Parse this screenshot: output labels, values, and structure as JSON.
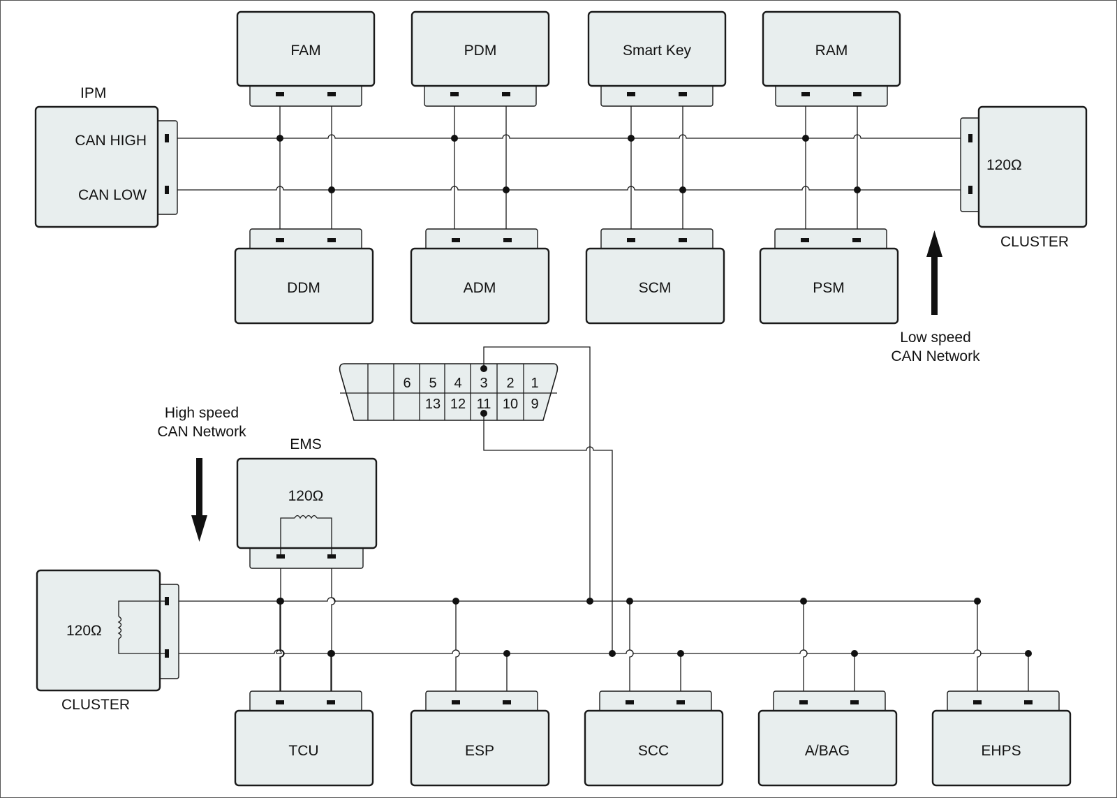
{
  "low_speed": {
    "left_module": {
      "name": "IPM",
      "can_high_label": "CAN HIGH",
      "can_low_label": "CAN LOW"
    },
    "right_module": {
      "name": "CLUSTER",
      "resistor": "120Ω"
    },
    "top_modules": [
      "FAM",
      "PDM",
      "Smart Key",
      "RAM"
    ],
    "bottom_modules": [
      "DDM",
      "ADM",
      "SCM",
      "PSM"
    ],
    "network_label": [
      "Low speed",
      "CAN Network"
    ]
  },
  "high_speed": {
    "left_module": {
      "name": "CLUSTER",
      "resistor": "120Ω"
    },
    "top_module": {
      "name": "EMS",
      "resistor": "120Ω"
    },
    "bottom_modules": [
      "TCU",
      "ESP",
      "SCC",
      "A/BAG",
      "EHPS"
    ],
    "network_label": [
      "High speed",
      "CAN Network"
    ]
  },
  "diagnostic_connector": {
    "top_row_pins": [
      "6",
      "5",
      "4",
      "3",
      "2",
      "1"
    ],
    "bottom_row_pins": [
      "13",
      "12",
      "11",
      "10",
      "9"
    ]
  }
}
